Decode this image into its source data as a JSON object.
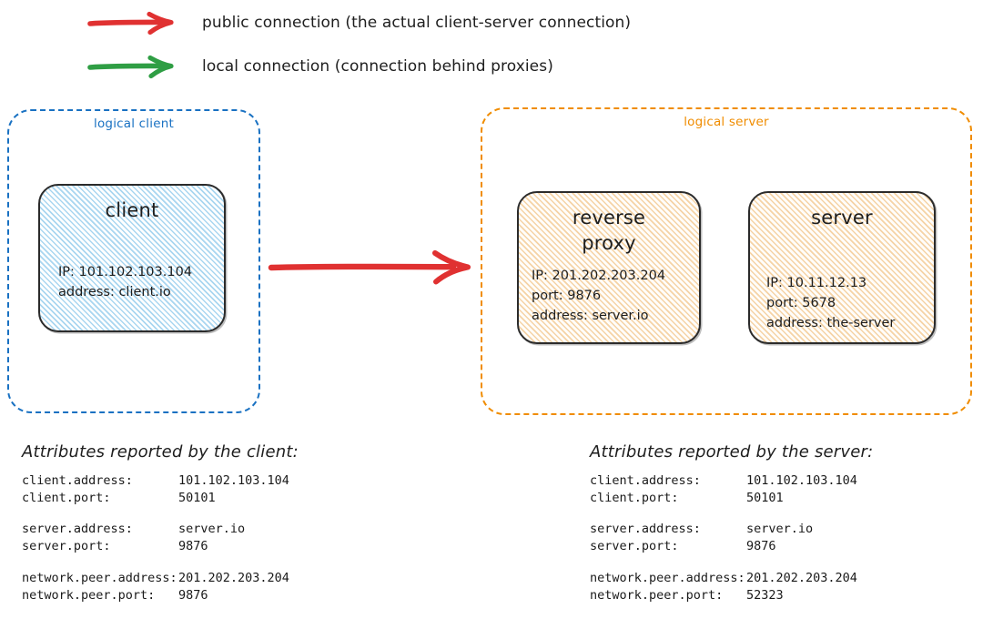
{
  "legend": {
    "items": [
      {
        "icon": "red-arrow-icon",
        "color": "#e03131",
        "label": "public connection (the actual client-server connection)"
      },
      {
        "icon": "green-arrow-icon",
        "color": "#2f9e44",
        "label": "local connection (connection behind proxies)"
      }
    ]
  },
  "groups": {
    "client": {
      "label": "logical client",
      "color": "#1971c2"
    },
    "server": {
      "label": "logical server",
      "color": "#f08c00"
    }
  },
  "nodes": {
    "client": {
      "title": "client",
      "details": "IP: 101.102.103.104\naddress: client.io"
    },
    "reverse_proxy": {
      "title": "reverse\nproxy",
      "details": "IP: 201.202.203.204\nport: 9876\naddress: server.io"
    },
    "server": {
      "title": "server",
      "details": "IP: 10.11.12.13\nport: 5678\naddress: the-server"
    }
  },
  "connector": {
    "public": {
      "color": "#e03131",
      "from": "client",
      "to": "logical server"
    }
  },
  "attributes": {
    "client": {
      "heading": "Attributes reported by the client:",
      "rows": [
        {
          "key": "client.address:",
          "value": "101.102.103.104"
        },
        {
          "key": "client.port:",
          "value": "50101"
        },
        {
          "spacer": true
        },
        {
          "key": "server.address:",
          "value": "server.io"
        },
        {
          "key": "server.port:",
          "value": "9876"
        },
        {
          "spacer": true
        },
        {
          "key": "network.peer.address:",
          "value": "201.202.203.204"
        },
        {
          "key": "network.peer.port:",
          "value": "9876"
        }
      ]
    },
    "server": {
      "heading": "Attributes reported by the server:",
      "rows": [
        {
          "key": "client.address:",
          "value": "101.102.103.104"
        },
        {
          "key": "client.port:",
          "value": "50101"
        },
        {
          "spacer": true
        },
        {
          "key": "server.address:",
          "value": "server.io"
        },
        {
          "key": "server.port:",
          "value": "9876"
        },
        {
          "spacer": true
        },
        {
          "key": "network.peer.address:",
          "value": "201.202.203.204"
        },
        {
          "key": "network.peer.port:",
          "value": "52323"
        }
      ]
    }
  }
}
